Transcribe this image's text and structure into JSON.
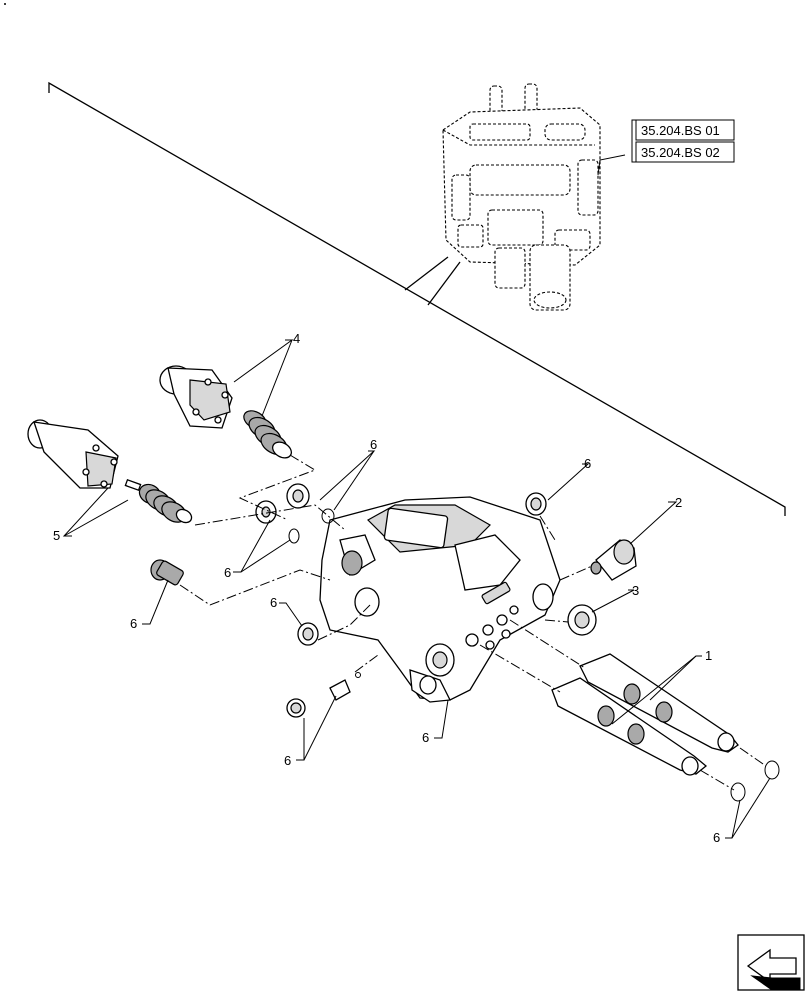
{
  "references": [
    "35.204.BS 01",
    "35.204.BS 02"
  ],
  "callouts": {
    "c1": "1",
    "c2": "2",
    "c3": "3",
    "c4": "4",
    "c5": "5",
    "c6a": "6",
    "c6b": "6",
    "c6c": "6",
    "c6d": "6",
    "c6e": "6",
    "c6f": "6",
    "c6g": "6",
    "c6h": "6"
  },
  "nav_icon": "arrow-left-icon"
}
